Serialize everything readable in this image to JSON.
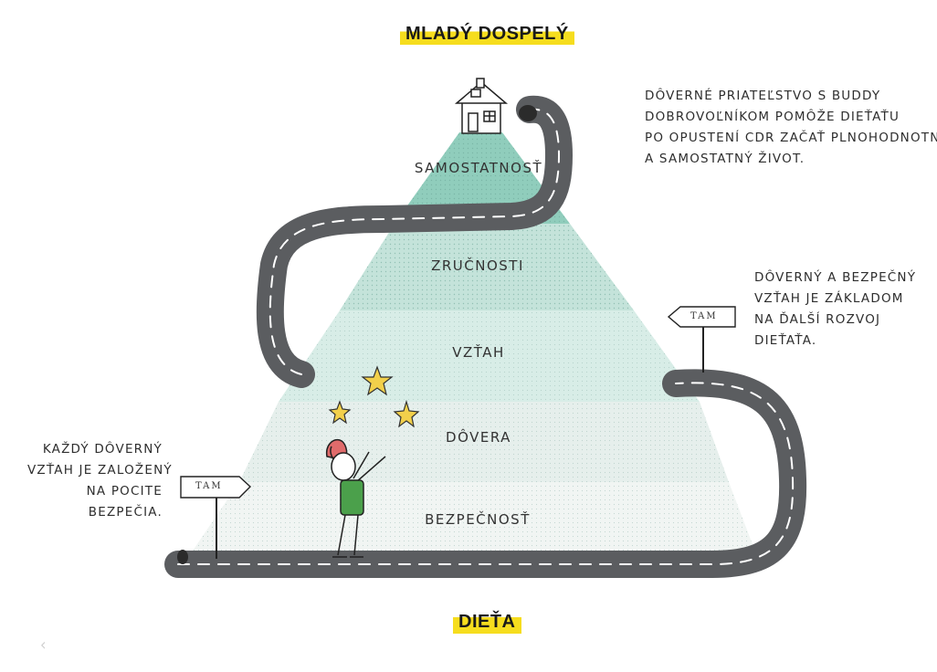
{
  "header": {
    "title": "MLADÝ DOSPELÝ"
  },
  "footer": {
    "title": "DIEŤA"
  },
  "pyramid": {
    "levels": [
      {
        "label": "SAMOSTATNOSŤ"
      },
      {
        "label": "ZRUČNOSTI"
      },
      {
        "label": "VZŤAH"
      },
      {
        "label": "DÔVERA"
      },
      {
        "label": "BEZPEČNOSŤ"
      }
    ]
  },
  "notes": {
    "right_top": [
      "DÔVERNÉ PRIATEĽSTVO S BUDDY",
      "DOBROVOĽNÍKOM POMÔŽE DIEŤAŤU",
      "PO OPUSTENÍ CDR ZAČAŤ PLNOHODNOTNÝ",
      "A SAMOSTATNÝ ŽIVOT."
    ],
    "right_mid": [
      "DÔVERNÝ A BEZPEČNÝ",
      "VZŤAH JE ZÁKLADOM",
      "NA ĎALŠÍ ROZVOJ",
      "DIEŤAŤA."
    ],
    "left": [
      "KAŽDÝ DÔVERNÝ",
      "VZŤAH JE ZALOŽENÝ",
      "NA POCITE",
      "BEZPEČIA."
    ]
  },
  "signs": {
    "left": "TAM",
    "right": "TAM"
  },
  "colors": {
    "highlight": "#f6dd1e",
    "road": "#5b5d60",
    "level_top": "#62bba2",
    "level_mid": "#b6ddd2",
    "level_low": "#d6ebe5",
    "level_base": "#eef4f2"
  },
  "icons": [
    "house-icon",
    "star-icon",
    "child-figure",
    "road",
    "signpost-icon",
    "chevron-left-icon"
  ]
}
